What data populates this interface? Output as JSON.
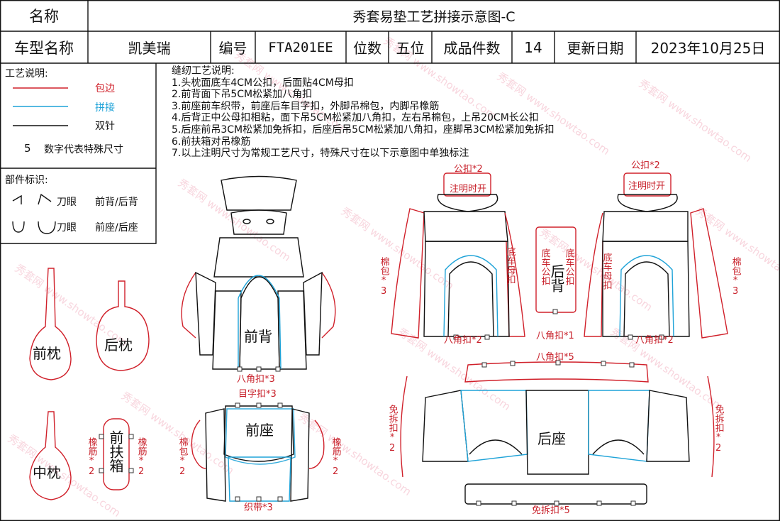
{
  "header": {
    "name_label": "名称",
    "title": "秀套易垫工艺拼接示意图-C",
    "model_label": "车型名称",
    "model_value": "凯美瑞",
    "code_label": "编号",
    "code_value": "FTA201EE",
    "seat_label": "位数",
    "seat_value": "五位",
    "parts_label": "成品件数",
    "parts_value": "14",
    "date_label": "更新日期",
    "date_value": "2023年10月25日"
  },
  "legend": {
    "title": "工艺说明:",
    "items": [
      {
        "label": "包边",
        "color": "#d0202a"
      },
      {
        "label": "拼接",
        "color": "#1fa3d8"
      },
      {
        "label": "双针",
        "color": "#111111"
      }
    ],
    "special_num": "5",
    "special_label": "数字代表特殊尺寸"
  },
  "parts_legend": {
    "title": "部件标识:",
    "row1_symbol": "⌐/⌐刀眼",
    "row1_label": "前背/后背",
    "row2_symbol": "∪/∪刀眼",
    "row2_label": "前座/后座"
  },
  "sewing_notes": {
    "title": "缝纫工艺说明:",
    "lines": [
      "1.头枕面底车4CM公扣，后面贴4CM母扣",
      "2.前背面下吊5CM松紧加八角扣",
      "3.前座前车织带，前座后车目字扣，外脚吊棉包，内脚吊橡筋",
      "4.后背正中公母扣相粘，面下吊5CM松紧加八角扣，左右吊棉包，上吊20CM长公扣",
      "5.后座前吊3CM松紧加免拆扣，后座后吊5CM松紧加八角扣，座脚吊3CM松紧加免拆扣",
      "6.前扶箱对吊橡筋",
      "7.以上注明尺寸为常规工艺尺寸，特殊尺寸在以下示意图中单独标注"
    ]
  },
  "pieces": {
    "front_pillow": "前枕",
    "rear_pillow": "后枕",
    "mid_pillow": "中枕",
    "front_armrest": "前扶箱",
    "front_back": "前背",
    "front_seat": "前座",
    "rear_back": "后背",
    "rear_seat": "后座"
  },
  "annotations": {
    "front_back_bottom": "八角扣*3",
    "front_seat_top": "目字扣*3",
    "front_seat_bottom": "织带*3",
    "front_seat_left": "棉包*2",
    "front_seat_right": "橡筋*2",
    "armrest_left": "橡筋*2",
    "armrest_right": "橡筋*2",
    "rb_left_cotton": "棉包*3",
    "rb_right_cotton": "棉包*3",
    "rb_left_note": "底车母扣",
    "rb_mid_left": "底车公扣",
    "rb_mid_right": "底车公扣",
    "rb_right_note": "底车母扣",
    "rb_left_bottom": "八角扣*2",
    "rb_mid_bottom": "八角扣*1",
    "rb_right_bottom": "八角扣*2",
    "hr_left_top": "公扣*2",
    "hr_left_note": "注明时开",
    "hr_right_top": "公扣*2",
    "hr_right_note": "注明时开",
    "rs_top": "八角扣*5",
    "rs_left": "免拆扣*2",
    "rs_right": "免拆扣*2",
    "rs_bottom": "免拆扣*5"
  },
  "watermark": [
    "秀套网",
    "www.showtao.com"
  ],
  "colors": {
    "edge": "#d0202a",
    "join": "#1fa3d8",
    "double": "#111111",
    "watermark": "#f0a8b8"
  }
}
